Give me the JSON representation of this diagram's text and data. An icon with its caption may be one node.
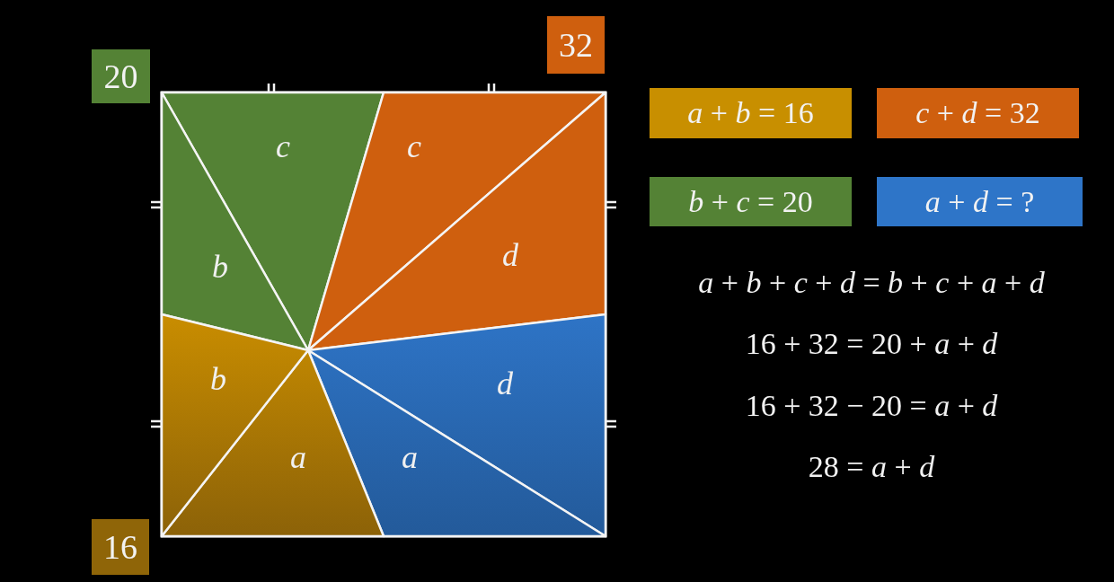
{
  "diagram": {
    "nodes": [
      {
        "text": [
          "20"
        ]
      },
      {
        "text": [
          "32"
        ]
      },
      {
        "text": [
          "c"
        ]
      },
      {
        "text": [
          "b"
        ]
      },
      {
        "text": [
          "c"
        ]
      },
      {
        "text": [
          "d"
        ]
      },
      {
        "text": [
          "d"
        ]
      },
      {
        "text": [
          "a"
        ]
      },
      {
        "text": [
          "a"
        ]
      },
      {
        "text": [
          "b"
        ]
      },
      {
        "text": [
          "16"
        ]
      },
      {
        "text": [
          "*a* + *b* = 16"
        ]
      },
      {
        "text": [
          "*c* + *d* = 32"
        ]
      },
      {
        "text": [
          "*b* + *c* = 20"
        ]
      },
      {
        "text": [
          "*a* + *d* = ?"
        ]
      }
    ],
    "labels": [
      "*a* + *b* + *c* + *d* = *b* + *c* + *a* + *d*",
      "16 + 32 = 20 + *a* + *d*",
      "16 + 32 − 20 = *a* + *d*",
      "28 = *a* + *d*"
    ]
  }
}
